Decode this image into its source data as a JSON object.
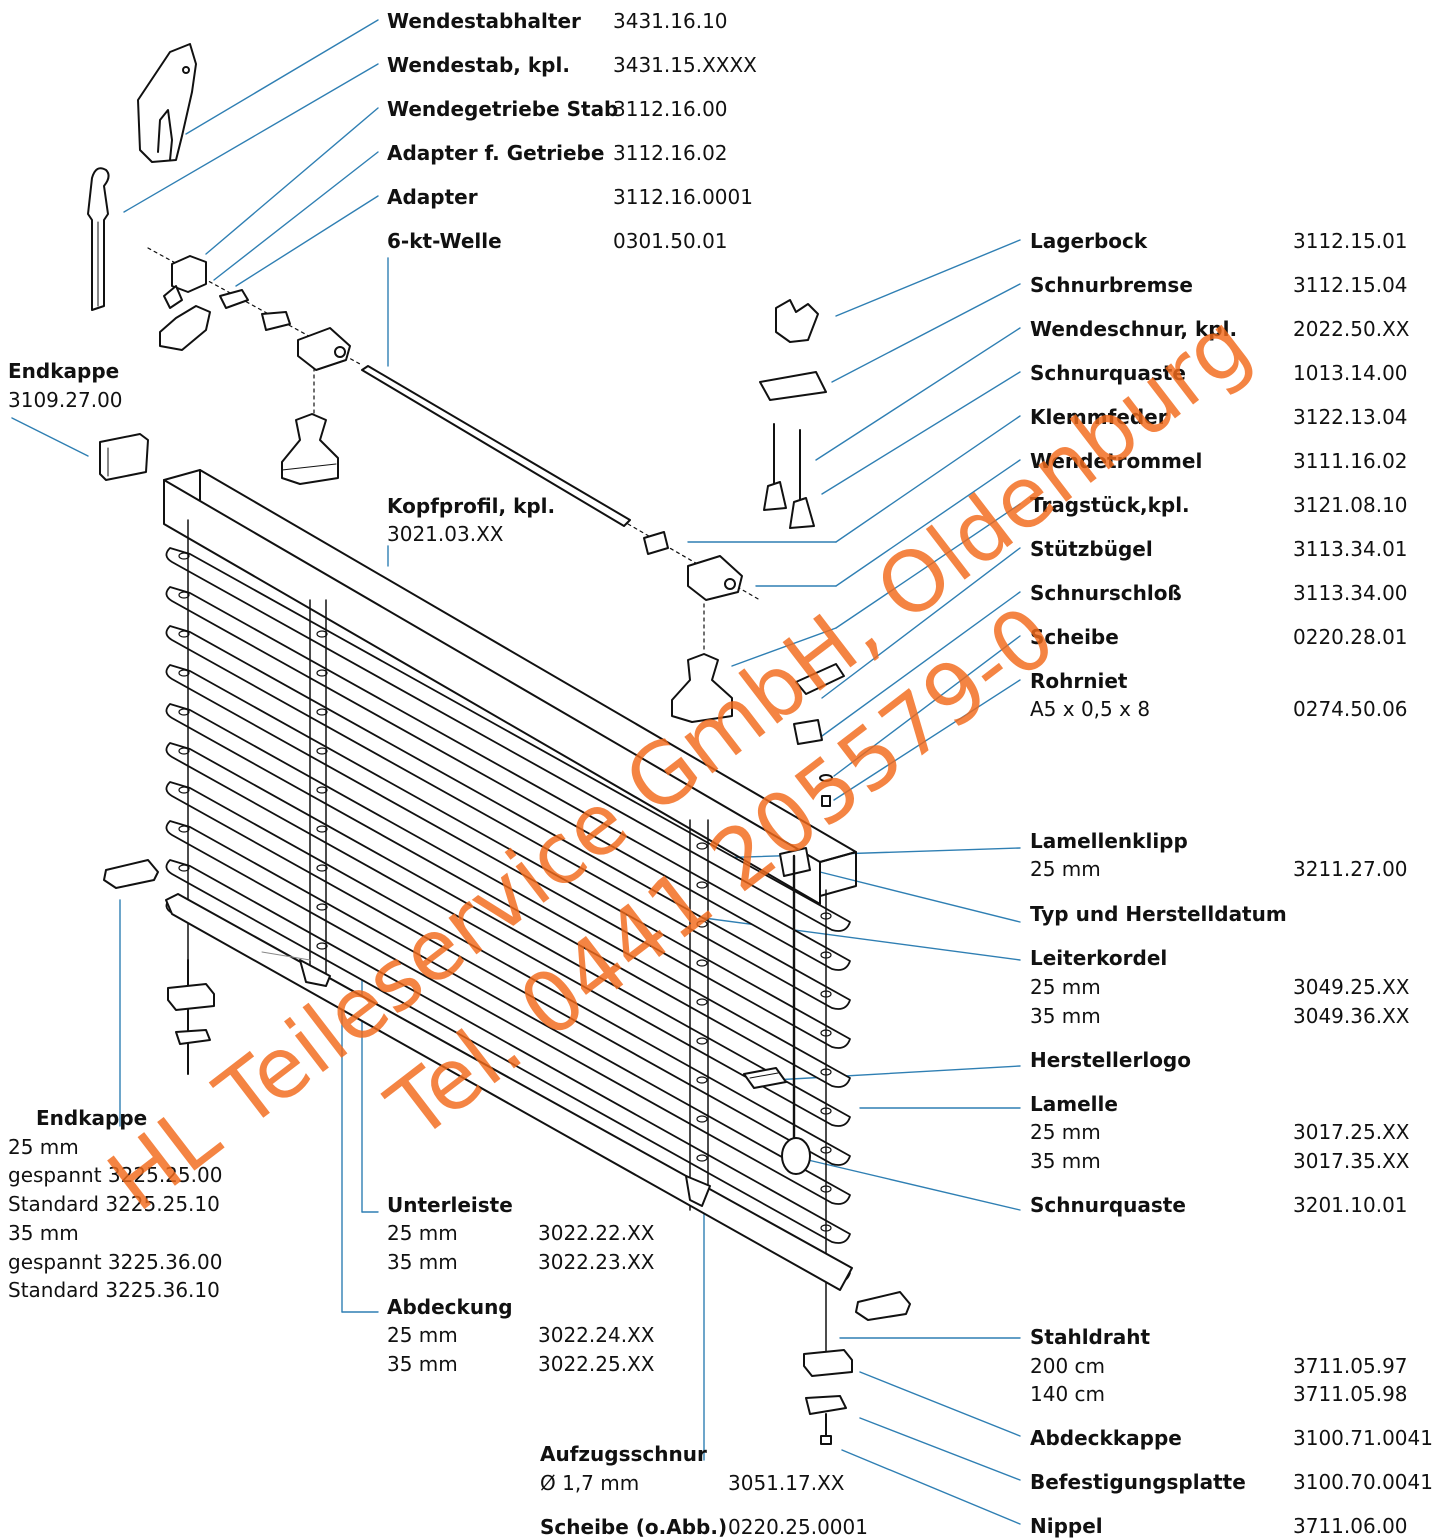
{
  "colors": {
    "leader": "#2f7fb3",
    "watermark": "#f26a1b",
    "line": "#111111"
  },
  "watermark": {
    "line1": "HL Teileservice GmbH, Oldenburg",
    "line2": "Tel. 0441 205579-0"
  },
  "labels": {
    "wendestabhalter": {
      "name": "Wendestabhalter",
      "no": "3431.16.10"
    },
    "wendestab": {
      "name": "Wendestab, kpl.",
      "no": "3431.15.XXXX"
    },
    "wendegetriebe": {
      "name": "Wendegetriebe Stab",
      "no": "3112.16.00"
    },
    "adapter_getriebe": {
      "name": "Adapter f. Getriebe",
      "no": "3112.16.02"
    },
    "adapter": {
      "name": "Adapter",
      "no": "3112.16.0001"
    },
    "welle": {
      "name": "6-kt-Welle",
      "no": "0301.50.01"
    },
    "endkappe_top": {
      "name": "Endkappe",
      "no": "3109.27.00"
    },
    "kopfprofil": {
      "name": "Kopfprofil, kpl.",
      "no": "3021.03.XX"
    },
    "lagerbock": {
      "name": "Lagerbock",
      "no": "3112.15.01"
    },
    "schnurbremse": {
      "name": "Schnurbremse",
      "no": "3112.15.04"
    },
    "wendeschnur": {
      "name": "Wendeschnur, kpl.",
      "no": "2022.50.XX"
    },
    "schnurquaste_top": {
      "name": "Schnurquaste",
      "no": "1013.14.00"
    },
    "klemmfeder": {
      "name": "Klemmfeder",
      "no": "3122.13.04"
    },
    "wendetrommel": {
      "name": "Wendetrommel",
      "no": "3111.16.02"
    },
    "tragstueck": {
      "name": "Tragstück,kpl.",
      "no": "3121.08.10"
    },
    "stuetzbuegel": {
      "name": "Stützbügel",
      "no": "3113.34.01"
    },
    "schnurschloss": {
      "name": "Schnurschloß",
      "no": "3113.34.00"
    },
    "scheibe": {
      "name": "Scheibe",
      "no": "0220.28.01"
    },
    "rohrniet": {
      "name": "Rohrniet",
      "size": "A5 x 0,5 x 8",
      "no": "0274.50.06"
    },
    "lamellenklipp": {
      "name": "Lamellenklipp",
      "size": "25 mm",
      "no": "3211.27.00"
    },
    "typ": {
      "name": "Typ und Herstelldatum"
    },
    "leiterkordel": {
      "name": "Leiterkordel",
      "s1": "25 mm",
      "n1": "3049.25.XX",
      "s2": "35 mm",
      "n2": "3049.36.XX"
    },
    "herstellerlogo": {
      "name": "Herstellerlogo"
    },
    "lamelle": {
      "name": "Lamelle",
      "s1": "25 mm",
      "n1": "3017.25.XX",
      "s2": "35 mm",
      "n2": "3017.35.XX"
    },
    "schnurquaste_bottom": {
      "name": "Schnurquaste",
      "no": "3201.10.01"
    },
    "endkappe_bottom": {
      "name": "Endkappe",
      "l1": "25 mm",
      "l2": "gespannt 3225.25.00",
      "l3": "Standard 3225.25.10",
      "l4": "35 mm",
      "l5": "gespannt 3225.36.00",
      "l6": "Standard 3225.36.10"
    },
    "unterleiste": {
      "name": "Unterleiste",
      "s1": "25 mm",
      "n1": "3022.22.XX",
      "s2": "35 mm",
      "n2": "3022.23.XX"
    },
    "abdeckung": {
      "name": "Abdeckung",
      "s1": "25 mm",
      "n1": "3022.24.XX",
      "s2": "35 mm",
      "n2": "3022.25.XX"
    },
    "stahldraht": {
      "name": "Stahldraht",
      "s1": "200 cm",
      "n1": "3711.05.97",
      "s2": "140 cm",
      "n2": "3711.05.98"
    },
    "abdeckkappe": {
      "name": "Abdeckkappe",
      "no": "3100.71.0041"
    },
    "befestigungsplatte": {
      "name": "Befestigungsplatte",
      "no": "3100.70.0041"
    },
    "aufzugsschnur": {
      "name": "Aufzugsschnur",
      "size": "Ø 1,7 mm",
      "no": "3051.17.XX"
    },
    "scheibe_oabb": {
      "name": "Scheibe (o.Abb.)",
      "no": "0220.25.0001"
    },
    "nippel": {
      "name": "Nippel",
      "no": "3711.06.00"
    }
  }
}
